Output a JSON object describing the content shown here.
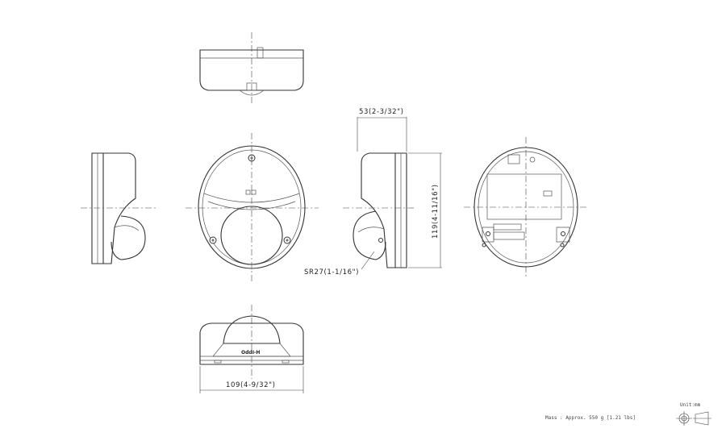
{
  "dimensions": {
    "depth": "53(2-3/32\")",
    "height": "119(4-11/16\")",
    "radius": "SR27(1-1/16\")",
    "width": "109(4-9/32\")"
  },
  "logo_text": "OddI-H",
  "mass_note": "Mass : Approx. 550 g [1.21 lbs]",
  "unit_label": "Unit:mm",
  "projection_symbol": "third-angle-projection-icon"
}
